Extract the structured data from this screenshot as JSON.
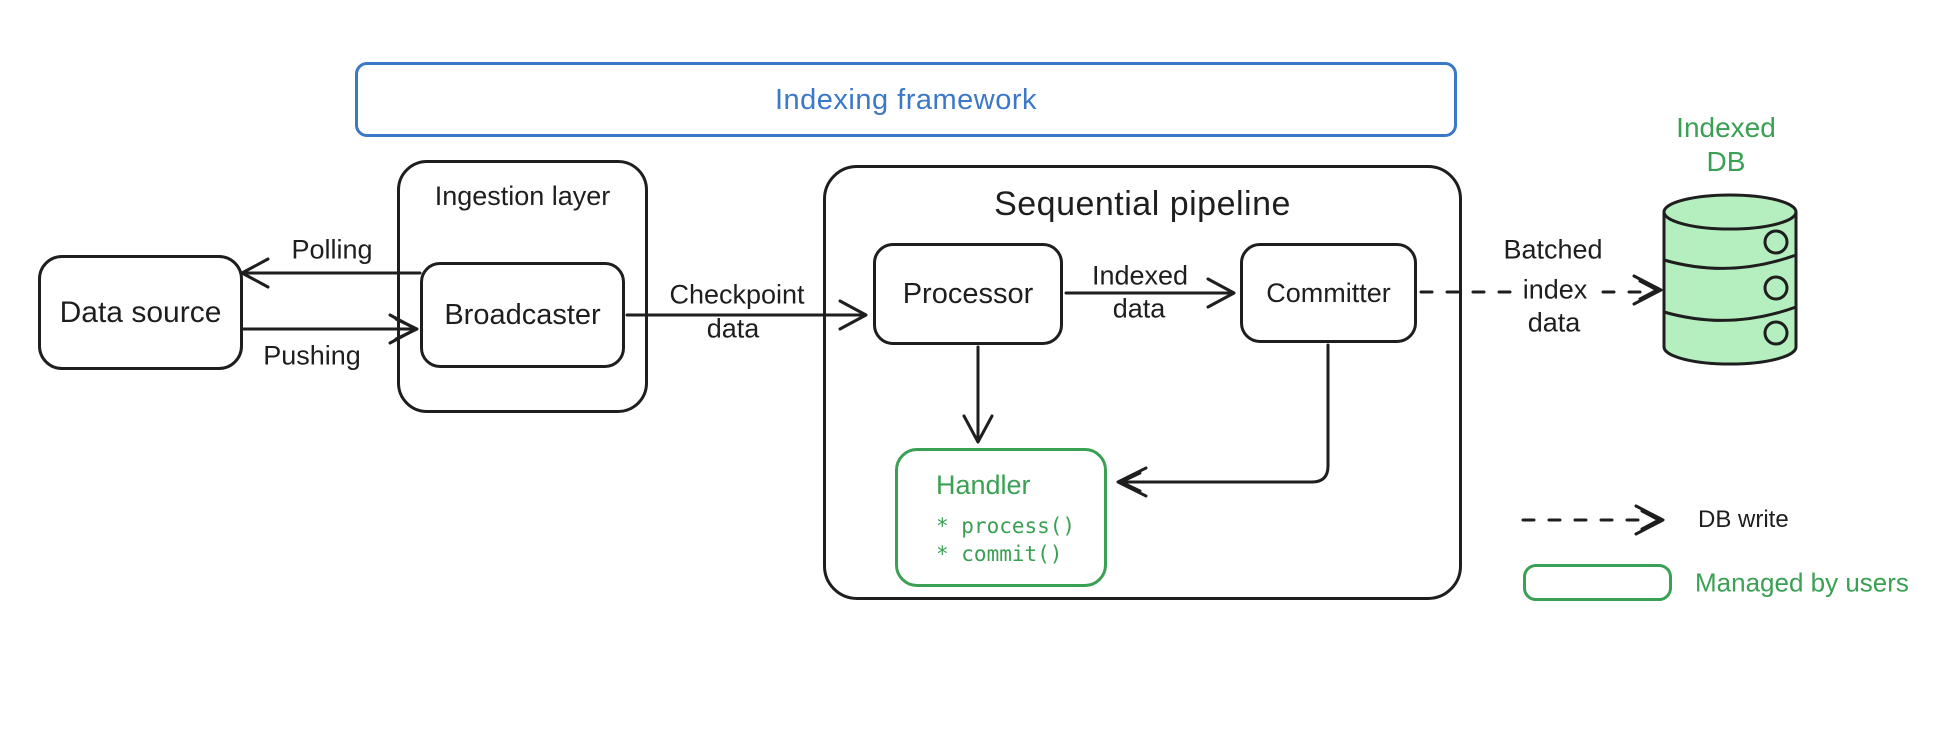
{
  "framework": {
    "title": "Indexing framework"
  },
  "nodes": {
    "data_source": {
      "label": "Data source"
    },
    "ingestion_layer": {
      "label": "Ingestion layer"
    },
    "broadcaster": {
      "label": "Broadcaster"
    },
    "pipeline": {
      "label": "Sequential pipeline"
    },
    "processor": {
      "label": "Processor"
    },
    "committer": {
      "label": "Committer"
    },
    "handler": {
      "label": "Handler",
      "methods": [
        "* process()",
        "* commit()"
      ]
    },
    "indexed_db": {
      "line1": "Indexed",
      "line2": "DB"
    }
  },
  "edges": {
    "polling": {
      "label": "Polling"
    },
    "pushing": {
      "label": "Pushing"
    },
    "checkpoint": {
      "line1": "Checkpoint",
      "line2": "data"
    },
    "indexed_data": {
      "line1": "Indexed",
      "line2": "data"
    },
    "batched_index": {
      "line1": "Batched",
      "line2": "index",
      "line3": "data"
    }
  },
  "legend": {
    "db_write_label": "DB write",
    "managed_label": "Managed by users"
  },
  "icons": {
    "db": "database-cylinder-icon"
  },
  "colors": {
    "stroke_black": "#1e1e1e",
    "accent_blue": "#3b78c7",
    "accent_green": "#3aa053",
    "db_fill_green": "#b5efbf"
  }
}
